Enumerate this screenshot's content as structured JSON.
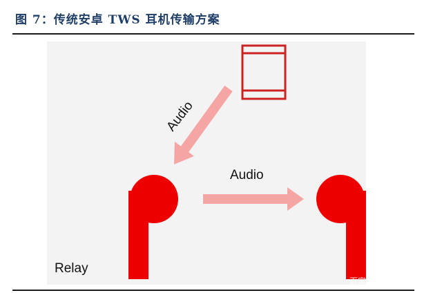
{
  "caption": "图 7：传统安卓 TWS 耳机传输方案",
  "diagram": {
    "source_device": "phone-icon",
    "arrow_1_label": "Audio",
    "arrow_2_label": "Audio",
    "left_earbud": "earbud-icon",
    "right_earbud": "earbud-icon",
    "relay_label": "Relay",
    "colors": {
      "earbud": "#ee0000",
      "phone_outline": "#cc2222",
      "arrow": "#f6a5a5",
      "background": "#f3f3f3",
      "caption": "#1f3f68"
    }
  },
  "watermark": "百家"
}
